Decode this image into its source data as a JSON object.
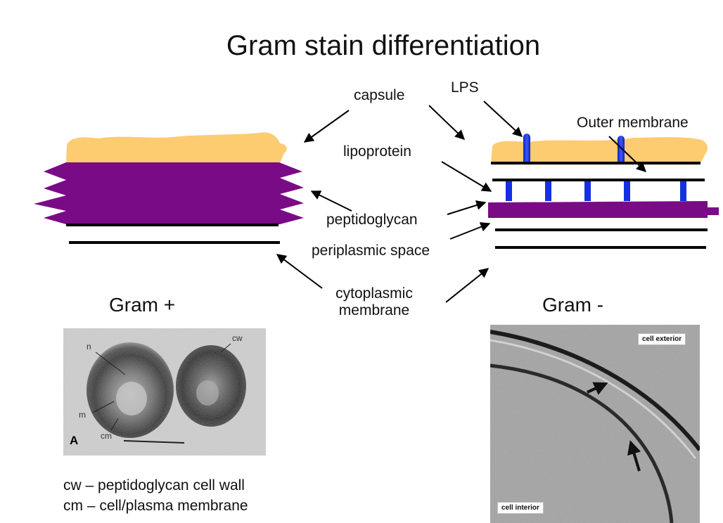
{
  "title": "Gram stain differentiation",
  "labels": {
    "capsule": "capsule",
    "lps": "LPS",
    "outer_membrane": "Outer membrane",
    "lipoprotein": "lipoprotein",
    "peptidoglycan": "peptidoglycan",
    "periplasmic_space": "periplasmic space",
    "cytoplasmic_line1": "cytoplasmic",
    "cytoplasmic_line2": "membrane"
  },
  "gram_positive": {
    "title": "Gram +",
    "micrograph_labels": {
      "n": "n",
      "cw": "cw",
      "m": "m",
      "cm": "cm",
      "panel": "A"
    },
    "legend": [
      "cw – peptidoglycan cell wall",
      "cm – cell/plasma membrane"
    ]
  },
  "gram_negative": {
    "title": "Gram -",
    "micrograph_labels": {
      "exterior": "cell exterior",
      "interior": "cell interior"
    }
  },
  "colors": {
    "capsule": "#FDCB70",
    "peptidoglycan": "#7A0B86",
    "lipoprotein": "#1530E0",
    "membrane": "#000000"
  }
}
